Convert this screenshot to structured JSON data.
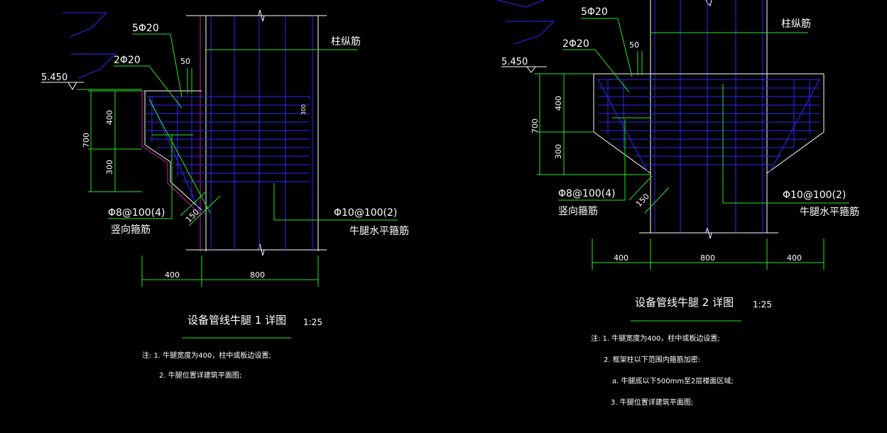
{
  "colors": {
    "background": "#000000",
    "outline": "#ffffff",
    "rebar": "#2a2aff",
    "dimension": "#26e626",
    "text": "#ffffff",
    "concrete_edge": "#d01aa8"
  },
  "detail1": {
    "elev": "5.450",
    "rebar_top": "5Φ20",
    "rebar_mid": "2Φ20",
    "dim_50": "50",
    "col_label": "柱纵筋",
    "dim_300_tag": "300",
    "dim_700": "700",
    "dim_400": "400",
    "dim_300": "300",
    "stirrup_v_spec": "Φ8@100(4)",
    "stirrup_v_label": "竖向箍筋",
    "dim_150": "150",
    "stirrup_h_spec": "Φ10@100(2)",
    "stirrup_h_label": "牛腿水平箍筋",
    "bottom_400": "400",
    "bottom_800": "800",
    "title": "设备管线牛腿 1 详图",
    "scale": "1:25",
    "notes": [
      "注: 1. 牛腿宽度为400，柱中或板边设置;",
      "2. 牛腿位置详建筑平面图;"
    ]
  },
  "detail2": {
    "elev": "5.450",
    "rebar_top": "5Φ20",
    "rebar_mid": "2Φ20",
    "dim_50": "50",
    "col_label": "柱纵筋",
    "dim_700": "700",
    "dim_400": "400",
    "dim_300": "300",
    "stirrup_v_spec": "Φ8@100(4)",
    "stirrup_v_label": "竖向箍筋",
    "dim_150": "150",
    "stirrup_h_spec": "Φ10@100(2)",
    "stirrup_h_label": "牛腿水平箍筋",
    "bottom_400_left": "400",
    "bottom_800": "800",
    "bottom_400_right": "400",
    "title": "设备管线牛腿 2 详图",
    "scale": "1:25",
    "notes": [
      "注: 1. 牛腿宽度为400，柱中或板边设置;",
      "2. 框架柱以下范围内箍筋加密:",
      "a. 牛腿底以下500mm至2层楼面区域;",
      "3. 牛腿位置详建筑平面图;"
    ]
  }
}
